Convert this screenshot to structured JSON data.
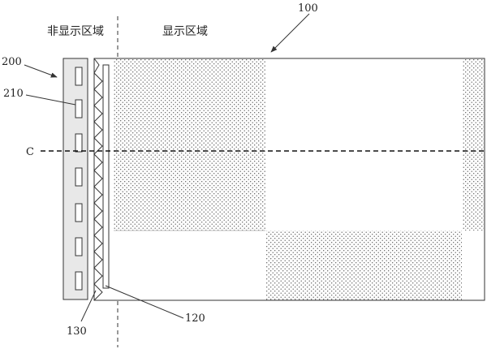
{
  "labels": {
    "non_display_area": "非显示区域",
    "display_area": "显示区域",
    "ref_100": "100",
    "ref_200": "200",
    "ref_210": "210",
    "ref_120": "120",
    "ref_130": "130",
    "cut_line": "C"
  },
  "colors": {
    "line": "#333333",
    "panel_fill": "#e8e8e8",
    "dots": "#555555"
  }
}
